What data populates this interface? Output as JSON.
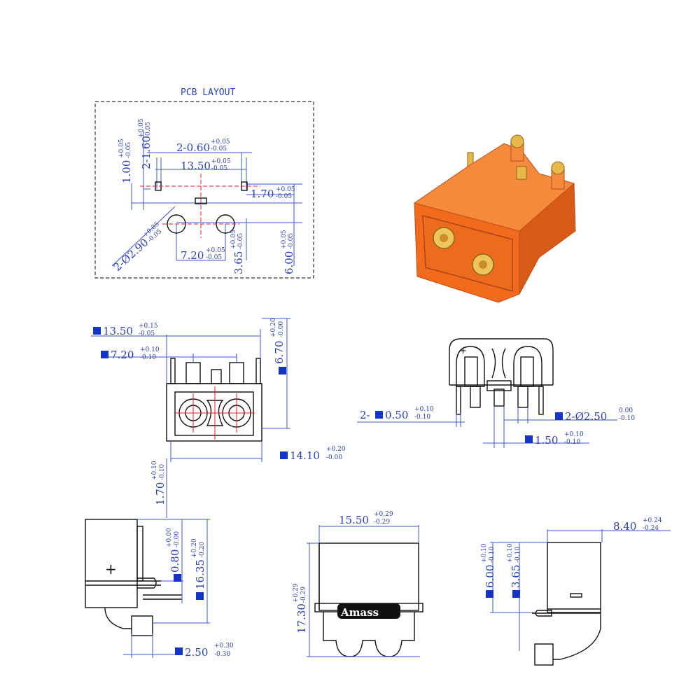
{
  "pcb_layout": {
    "title": "PCB LAYOUT",
    "dim_pad_width": {
      "main": "2-0.60",
      "tol_up": "+0.05",
      "tol_dn": "-0.05"
    },
    "dim_pitch": {
      "main": "13.50",
      "tol_up": "+0.05",
      "tol_dn": "-0.05"
    },
    "dim_pad_len": {
      "main": "2-1.60",
      "tol_up": "+0.05",
      "tol_dn": "-0.05"
    },
    "dim_offset": {
      "main": "1.00",
      "tol_up": "+0.05",
      "tol_dn": "-0.05"
    },
    "dim_side": {
      "main": "1.70",
      "tol_up": "+0.05",
      "tol_dn": "-0.05"
    },
    "dim_hole": {
      "main": "2-Ø2.90",
      "tol_up": "+0.05",
      "tol_dn": "-0.05"
    },
    "dim_hole_pitch": {
      "main": "7.20",
      "tol_up": "+0.05",
      "tol_dn": "-0.05"
    },
    "dim_hole_v": {
      "main": "3.65",
      "tol_up": "+0.05",
      "tol_dn": "-0.05"
    },
    "dim_total_v": {
      "main": "6.00",
      "tol_up": "+0.05",
      "tol_dn": "-0.05"
    }
  },
  "front_view": {
    "dim_width": {
      "main": "13.50",
      "tol_up": "+0.15",
      "tol_dn": "-0.05"
    },
    "dim_pin_pitch": {
      "main": "7.20",
      "tol_up": "+0.10",
      "tol_dn": "-0.10"
    },
    "dim_height": {
      "main": "6.70",
      "tol_up": "+0.20",
      "tol_dn": "-0.00"
    },
    "dim_total": {
      "main": "14.10",
      "tol_up": "+0.20",
      "tol_dn": "-0.00"
    },
    "dim_drop": {
      "main": "1.70",
      "tol_up": "+0.10",
      "tol_dn": "-0.10"
    }
  },
  "rear_view": {
    "dim_pin": {
      "main": "2-",
      "main2": "0.50",
      "tol_up": "+0.10",
      "tol_dn": "-0.10"
    },
    "dim_dia": {
      "main": "2-Ø2.50",
      "tol_up": "0.00",
      "tol_dn": "-0.10"
    },
    "dim_spacing": {
      "main": "1.50",
      "tol_up": "+0.10",
      "tol_dn": "-0.10"
    }
  },
  "side_view_left": {
    "dim_a": {
      "main": "0.80",
      "tol_up": "+0.00",
      "tol_dn": "-0.00"
    },
    "dim_b": {
      "main": "16.35",
      "tol_up": "+0.20",
      "tol_dn": "-0.20"
    },
    "dim_c": {
      "main": "2.50",
      "tol_up": "+0.30",
      "tol_dn": "-0.30"
    }
  },
  "top_view": {
    "dim_width": {
      "main": "15.50",
      "tol_up": "+0.29",
      "tol_dn": "-0.29"
    },
    "dim_height": {
      "main": "17.30",
      "tol_up": "+0.29",
      "tol_dn": "-0.29"
    },
    "brand": "Amass"
  },
  "side_view_right": {
    "dim_width": {
      "main": "8.40",
      "tol_up": "+0.24",
      "tol_dn": "-0.24"
    },
    "dim_a": {
      "main": "6.00",
      "tol_up": "+0.10",
      "tol_dn": "-0.10"
    },
    "dim_b": {
      "main": "3.65",
      "tol_up": "+0.10",
      "tol_dn": "-0.10"
    }
  },
  "colors": {
    "dimension": "#2a3fb0",
    "outline": "#111111",
    "center": "#e02020",
    "product": "#f26a1b",
    "gold": "#d8a436"
  }
}
